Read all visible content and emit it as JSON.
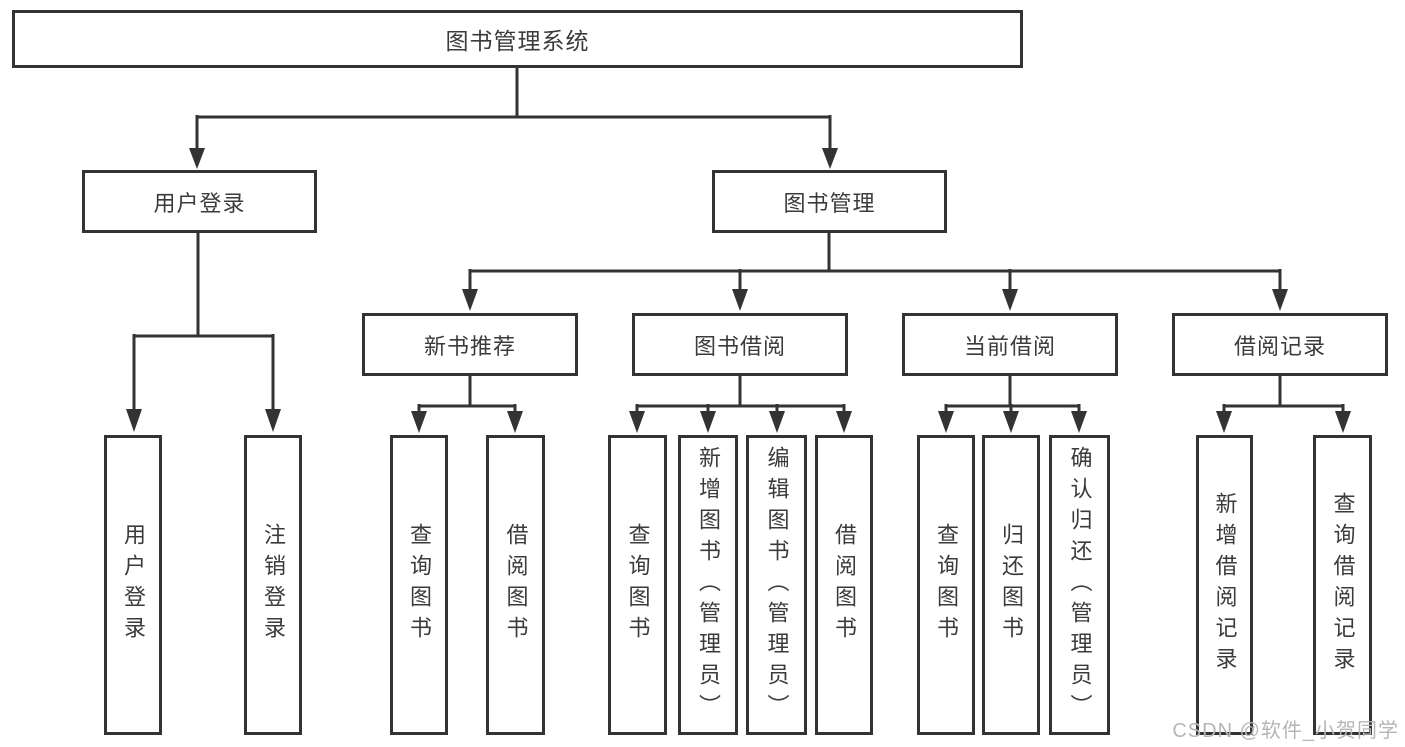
{
  "tree": {
    "root": {
      "label": "图书管理系统",
      "children": [
        {
          "label": "用户登录",
          "children": [
            {
              "label": "用户登录"
            },
            {
              "label": "注销登录"
            }
          ]
        },
        {
          "label": "图书管理",
          "children": [
            {
              "label": "新书推荐",
              "children": [
                {
                  "label": "查询图书"
                },
                {
                  "label": "借阅图书"
                }
              ]
            },
            {
              "label": "图书借阅",
              "children": [
                {
                  "label": "查询图书"
                },
                {
                  "label": "新增图书（管理员）"
                },
                {
                  "label": "编辑图书（管理员）"
                },
                {
                  "label": "借阅图书"
                }
              ]
            },
            {
              "label": "当前借阅",
              "children": [
                {
                  "label": "查询图书"
                },
                {
                  "label": "归还图书"
                },
                {
                  "label": "确认归还（管理员）"
                }
              ]
            },
            {
              "label": "借阅记录",
              "children": [
                {
                  "label": "新增借阅记录"
                },
                {
                  "label": "查询借阅记录"
                }
              ]
            }
          ]
        }
      ]
    }
  },
  "watermark": {
    "text": "CSDN @软件_小贺同学"
  },
  "colors": {
    "line": "#333333",
    "text": "#3b3b3b",
    "watermark": "#b6b6b6",
    "background": "#ffffff"
  }
}
